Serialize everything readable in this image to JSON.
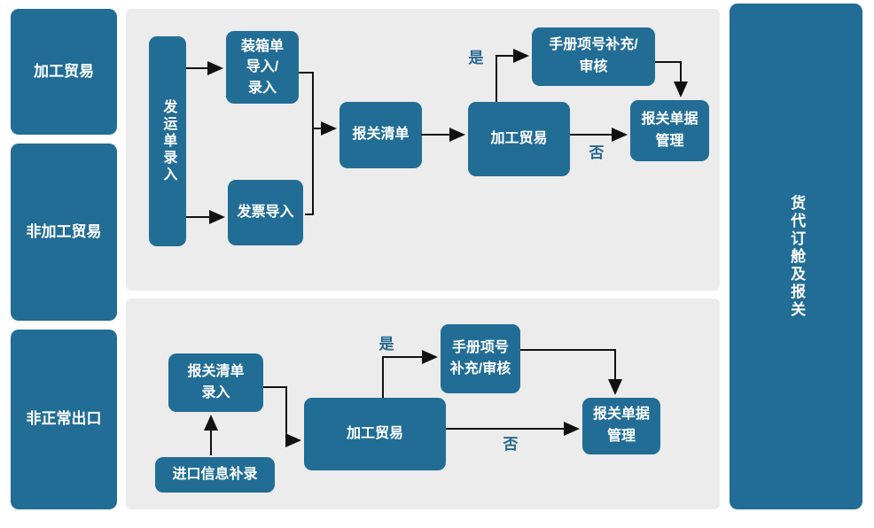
{
  "colors": {
    "node_fill": "#226d95",
    "panel_fill": "#ececec",
    "decision_label": "#26688f",
    "arrow": "#111111",
    "node_text": "#ffffff"
  },
  "left_column": {
    "items": [
      {
        "label": "加工贸易"
      },
      {
        "label": "非加工贸易"
      },
      {
        "label": "非正常出口"
      }
    ]
  },
  "right_column": {
    "label": "货代订舱及报关"
  },
  "top_panel": {
    "nodes": {
      "shipping_order_entry": "发运单录入",
      "packing_list_import": "装箱单\n导入/\n录入",
      "invoice_import": "发票导入",
      "declaration_list": "报关清单",
      "processing_trade": "加工贸易",
      "manual_item_supplement": "手册项号补充/\n审核",
      "declaration_doc_mgmt": "报关单据\n管理"
    },
    "labels": {
      "yes": "是",
      "no": "否"
    }
  },
  "bottom_panel": {
    "nodes": {
      "declaration_list_entry": "报关清单\n录入",
      "import_info_supplement": "进口信息补录",
      "processing_trade": "加工贸易",
      "manual_item_supplement": "手册项号\n补充/审核",
      "declaration_doc_mgmt": "报关单据\n管理"
    },
    "labels": {
      "yes": "是",
      "no": "否"
    }
  }
}
